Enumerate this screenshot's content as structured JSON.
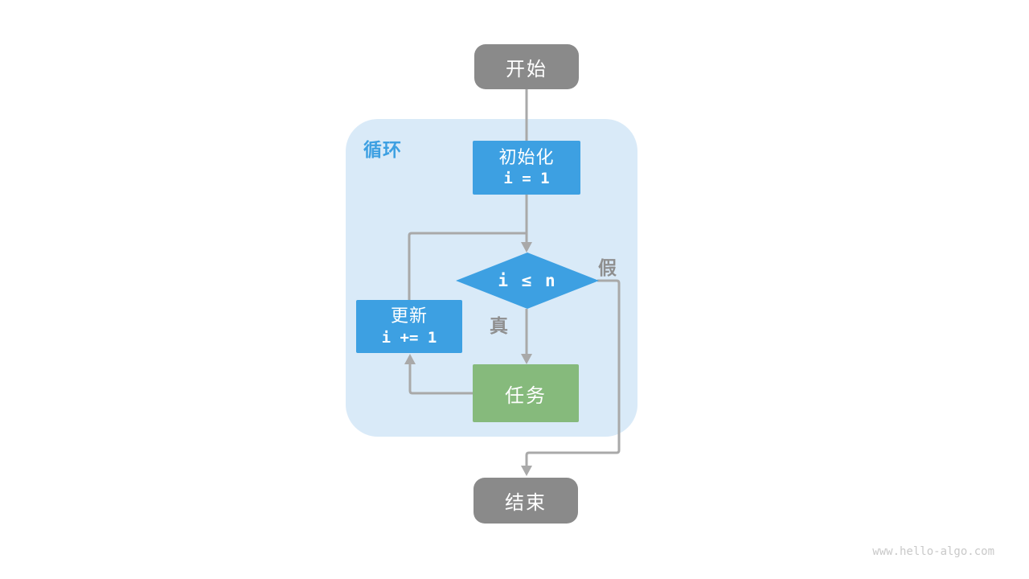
{
  "diagram": {
    "title_hint": "loop flowchart",
    "loop_container": {
      "label": "循环"
    },
    "nodes": {
      "start": {
        "label": "开始"
      },
      "init": {
        "title": "初始化",
        "code": "i = 1"
      },
      "condition": {
        "code": "i ≤ n"
      },
      "update": {
        "title": "更新",
        "code": "i += 1"
      },
      "task": {
        "label": "任务"
      },
      "end": {
        "label": "结束"
      }
    },
    "edge_labels": {
      "true": "真",
      "false": "假"
    },
    "colors": {
      "terminal_gray": "#8a8a8a",
      "process_blue": "#3da0e2",
      "task_green": "#86ba7c",
      "loop_container_bg": "#d9eaf8",
      "connector_gray": "#a9a9a9",
      "edge_label_gray": "#8f8f8f",
      "loop_label_blue": "#3da0e2",
      "watermark_gray": "#c9c9c9",
      "node_text": "#ffffff"
    }
  },
  "watermark": "www.hello-algo.com"
}
